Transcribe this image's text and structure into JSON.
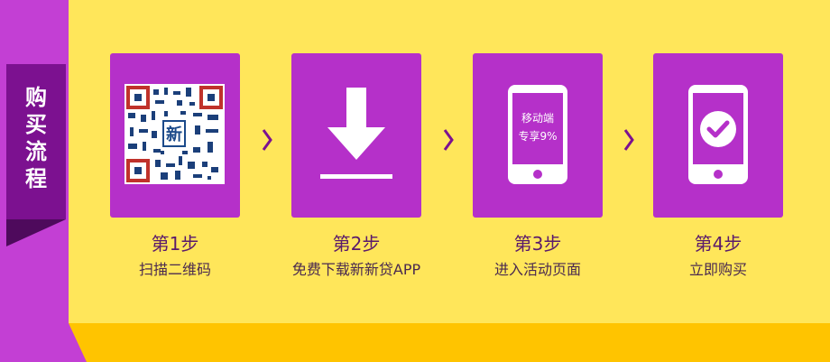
{
  "sidebar": {
    "chars": [
      "购",
      "买",
      "流",
      "程"
    ]
  },
  "steps": [
    {
      "title": "第1步",
      "desc": "扫描二维码",
      "icon": "qr-code-icon",
      "qr_logo": "新"
    },
    {
      "title": "第2步",
      "desc": "免费下载新新贷APP",
      "icon": "download-icon"
    },
    {
      "title": "第3步",
      "desc": "进入活动页面",
      "icon": "mobile-phone-icon",
      "promo_line1": "移动端",
      "promo_line2": "专享9%"
    },
    {
      "title": "第4步",
      "desc": "立即购买",
      "icon": "phone-check-icon"
    }
  ],
  "colors": {
    "purple": "#b530c9",
    "dark_purple": "#7c1190",
    "yellow": "#ffe65a",
    "gold": "#ffc400"
  }
}
